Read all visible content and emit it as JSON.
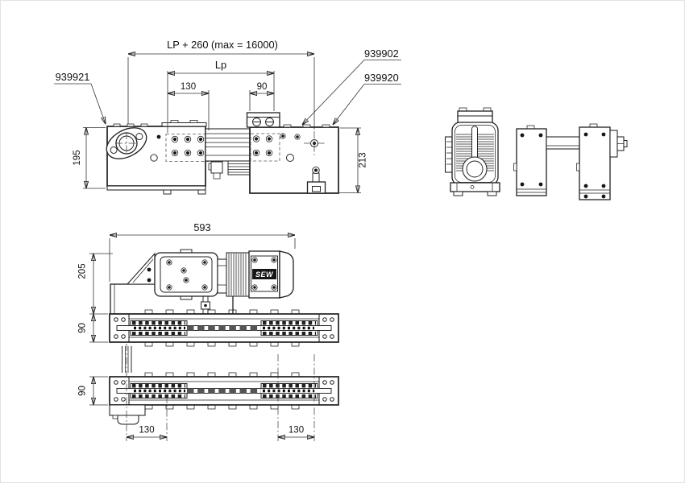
{
  "colors": {
    "background": "#ffffff",
    "line": "#1f1f1f",
    "dim_text": "#111111",
    "nameplate_bg": "#161616",
    "nameplate_fg": "#ffffff"
  },
  "part_labels": {
    "top_left": "939921",
    "right_upper": "939902",
    "right_lower": "939920"
  },
  "front_view": {
    "dim_total_length": "LP + 260 (max = 16000)",
    "dim_profile_length": "Lp",
    "dim_hole_spacing_left": "130",
    "dim_hole_spacing_right": "90",
    "dim_height_left": "195",
    "dim_height_right": "213"
  },
  "plan_view": {
    "dim_overall_width": "593",
    "dim_drive_height": "205",
    "dim_rail_upper": "90",
    "dim_rail_lower": "90",
    "dim_offset_left": "130",
    "dim_offset_right": "130",
    "motor_brand": "SEW"
  }
}
